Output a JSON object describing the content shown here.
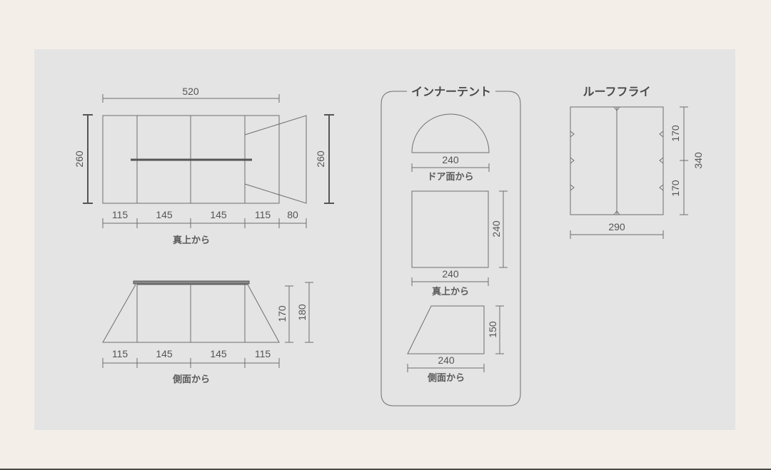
{
  "colors": {
    "page_bg": "#f3efe8",
    "panel_bg": "#e4e4e4",
    "line": "#6e6e6e",
    "pole": "#555555",
    "text": "#555555"
  },
  "main_tent": {
    "top_view": {
      "width_label": "520",
      "height_left": "260",
      "height_right": "260",
      "segments": [
        "115",
        "145",
        "145",
        "115",
        "80"
      ],
      "caption": "真上から"
    },
    "side_view": {
      "segments": [
        "115",
        "145",
        "145",
        "115"
      ],
      "inner_height": "170",
      "total_height": "180",
      "caption": "側面から"
    }
  },
  "inner_tent": {
    "title": "インナーテント",
    "door_view": {
      "width": "240",
      "caption": "ドア面から"
    },
    "top_view": {
      "width": "240",
      "depth": "240",
      "caption": "真上から"
    },
    "side_view": {
      "width": "240",
      "height": "150",
      "caption": "側面から"
    }
  },
  "roof_fly": {
    "title": "ルーフフライ",
    "width": "290",
    "total_length": "340",
    "half_upper": "170",
    "half_lower": "170"
  }
}
